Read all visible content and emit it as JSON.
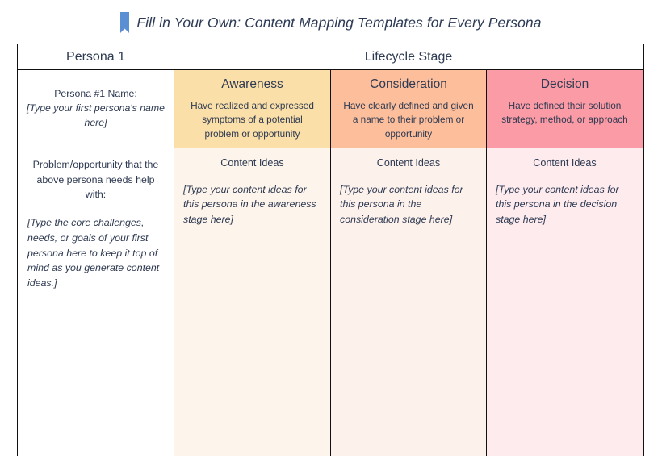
{
  "document": {
    "title": "Fill in Your Own: Content Mapping Templates for Every Persona",
    "icon": "bookmark-icon",
    "accent_color": "#5b8fd4",
    "title_color": "#2c3a55"
  },
  "table": {
    "header_row": {
      "persona_column_label": "Persona 1",
      "lifecycle_column_label": "Lifecycle Stage"
    },
    "persona": {
      "name_label": "Persona #1 Name:",
      "name_placeholder": "[Type your first persona's name here]",
      "problem_label": "Problem/opportunity that the above persona needs help with:",
      "problem_placeholder": "[Type the core challenges, needs, or goals of your first persona here to keep it top of mind as you generate content ideas.]"
    },
    "stages": [
      {
        "name": "Awareness",
        "description": "Have realized and expressed symptoms of a potential problem or opportunity",
        "content_ideas_label": "Content Ideas",
        "content_ideas_placeholder": "[Type your content ideas for this persona in the awareness stage here]",
        "header_color": "#fbdfa8",
        "body_color": "#fdf4eb"
      },
      {
        "name": "Consideration",
        "description": "Have clearly defined and given a name to their problem or opportunity",
        "content_ideas_label": "Content Ideas",
        "content_ideas_placeholder": "[Type your content ideas for this persona in the consideration stage here]",
        "header_color": "#fcbe9b",
        "body_color": "#fdf1ec"
      },
      {
        "name": "Decision",
        "description": "Have defined their solution strategy, method, or approach",
        "content_ideas_label": "Content Ideas",
        "content_ideas_placeholder": "[Type your content ideas for this persona in the decision stage here]",
        "header_color": "#fb9ba5",
        "body_color": "#fdebee"
      }
    ]
  }
}
